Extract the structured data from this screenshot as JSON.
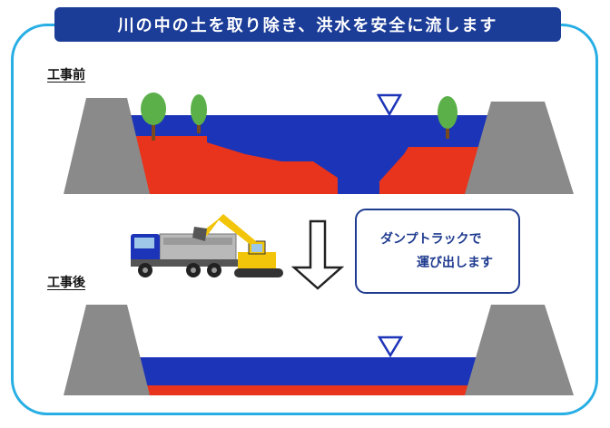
{
  "title": "川の中の土を取り除き、洪水を安全に流します",
  "sections": {
    "before_label": "工事前",
    "after_label": "工事後"
  },
  "callout": {
    "line1": "ダンプトラックで",
    "line2": "運び出します"
  },
  "icons": [
    "water-level-marker-icon",
    "tree-icon",
    "dump-truck-icon",
    "excavator-icon",
    "down-arrow-icon"
  ],
  "colors": {
    "title_bg": "#1b3c97",
    "frame": "#27aee4",
    "water": "#1c34b8",
    "sediment": "#e8341c",
    "embankment": "#8a8a8a",
    "tree": "#5bb04a",
    "excavator": "#f2c40a",
    "truck_cab": "#1c34b8"
  }
}
